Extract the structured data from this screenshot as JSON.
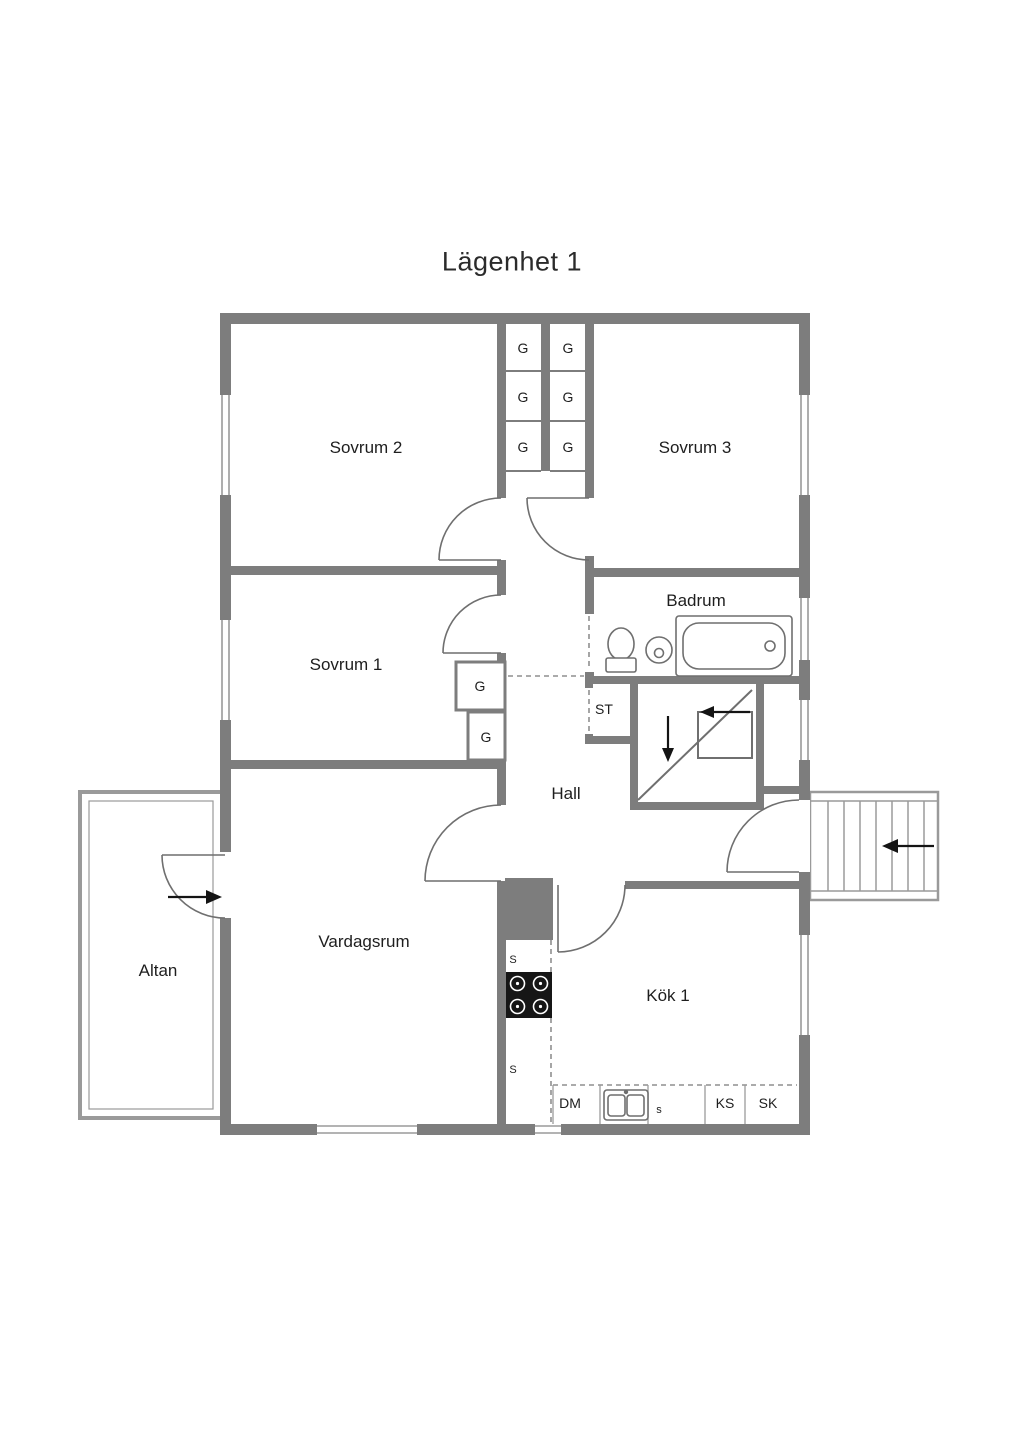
{
  "title": "Lägenhet 1",
  "rooms": {
    "sovrum2": "Sovrum 2",
    "sovrum3": "Sovrum 3",
    "sovrum1": "Sovrum 1",
    "badrum": "Badrum",
    "hall": "Hall",
    "vardagsrum": "Vardagsrum",
    "kok1": "Kök 1",
    "altan": "Altan"
  },
  "closets": {
    "st": "ST"
  },
  "wardrobes": {
    "top": [
      "G",
      "G",
      "G",
      "G",
      "G",
      "G"
    ],
    "sovrum1": [
      "G",
      "G"
    ]
  },
  "kitchen": {
    "dm": "DM",
    "ks": "KS",
    "sk": "SK",
    "counter_s_top": "S",
    "counter_s_bottom": "S",
    "sink_s": "s"
  },
  "icons": {
    "toilet": "toilet-icon",
    "washbasin": "washbasin-icon",
    "bathtub": "bathtub-icon",
    "stove": "stove-icon",
    "kitchen_sink": "kitchen-sink-icon",
    "staircase": "staircase-icon",
    "entry_arrows": "entry-arrow-icon"
  },
  "colors": {
    "wall": "#7d7d7d",
    "thin_line": "#9a9a9a",
    "fixture_line": "#6f6f6f",
    "text": "#1e1e1e",
    "accent_black": "#141414"
  }
}
